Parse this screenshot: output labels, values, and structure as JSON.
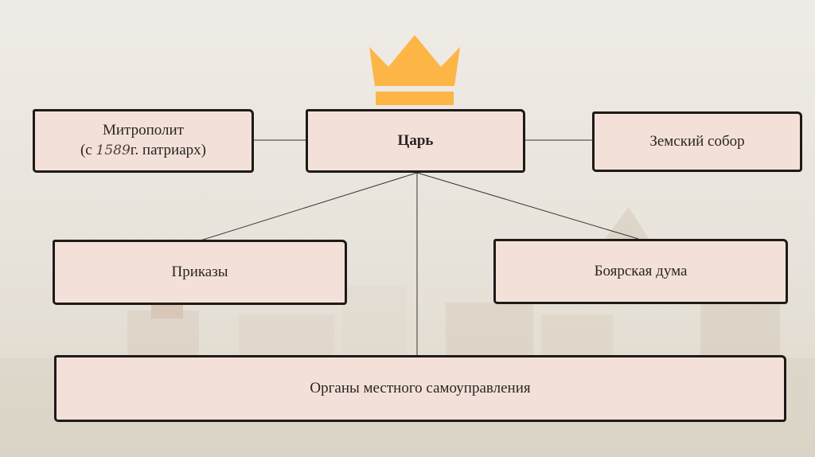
{
  "diagram": {
    "top_box": {
      "label": "Царь"
    },
    "left_box": {
      "line1": "Митрополит",
      "line2_prefix": "(с ",
      "line2_year": "1589",
      "line2_suffix": "г. патриарх)"
    },
    "right_box": {
      "label": "Земский собор"
    },
    "middle_left_box": {
      "label": "Приказы"
    },
    "middle_right_box": {
      "label": "Боярская дума"
    },
    "bottom_box": {
      "label": "Органы местного самоуправления"
    },
    "crown_color": "#fdb545"
  }
}
